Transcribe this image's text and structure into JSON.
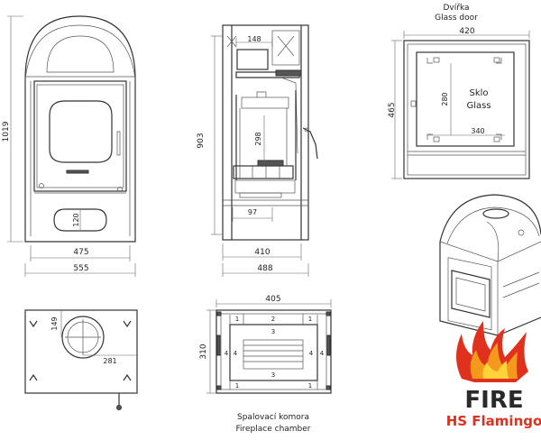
{
  "front_view": {
    "height": "1019",
    "inner_width": "475",
    "outer_width": "555",
    "ash_pan": "120"
  },
  "side_view": {
    "top_width": "148",
    "height": "903",
    "chamber_height": "298",
    "depth_small": "97",
    "depth_inner": "410",
    "depth_outer": "488"
  },
  "door_view": {
    "title_cz": "Dvířka",
    "title_en": "Glass door",
    "width": "420",
    "height": "465",
    "glass_height": "280",
    "glass_width": "340",
    "glass_label_cz": "Sklo",
    "glass_label_en": "Glass"
  },
  "top_view": {
    "flue_offset": "149",
    "flue_side": "281"
  },
  "chamber_view": {
    "width": "405",
    "height": "310",
    "labels": [
      "1",
      "2",
      "1",
      "4",
      "3",
      "4",
      "1",
      "1",
      "3",
      "4",
      "4"
    ],
    "caption_cz": "Spalovací komora",
    "caption_en": "Fireplace chamber"
  },
  "brand": {
    "name": "FIRE",
    "sub": "HS Flamingo",
    "flame_red": "#e0301e",
    "flame_orange": "#f39a1c",
    "flame_yellow": "#ffd23a"
  }
}
